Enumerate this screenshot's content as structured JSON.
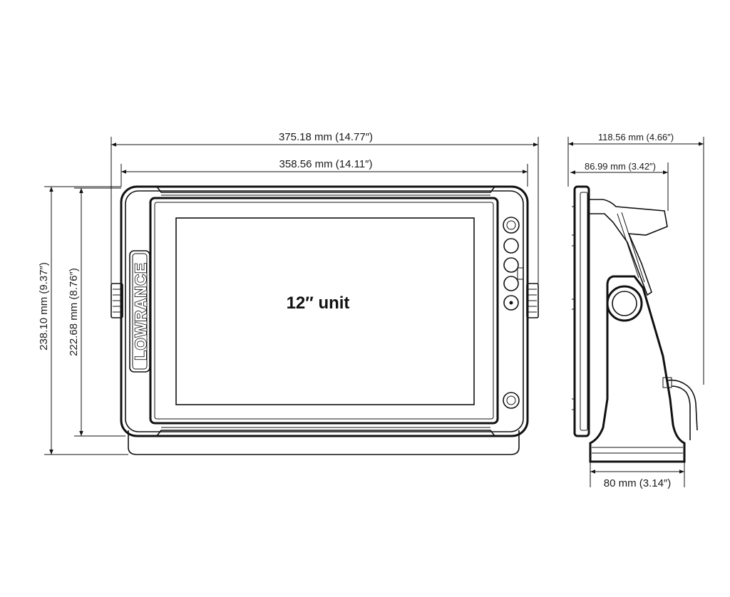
{
  "front_view": {
    "overall_width": "375.18 mm (14.77″)",
    "housing_width": "358.56 mm (14.11″)",
    "overall_height": "238.10 mm (9.37″)",
    "housing_height": "222.68 mm (8.76″)",
    "screen_label": "12″ unit",
    "brand": "LOWRANCE"
  },
  "side_view": {
    "overall_depth": "118.56 mm (4.66″)",
    "unit_depth": "86.99 mm (3.42″)",
    "bracket_width": "80 mm (3.14″)"
  }
}
